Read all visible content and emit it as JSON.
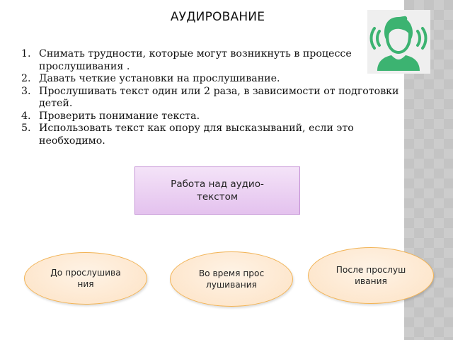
{
  "slide": {
    "title": "АУДИРОВАНИЕ",
    "icon": "person-listening-icon",
    "colors": {
      "icon_green": "#3cb371",
      "box_border": "#c592d6",
      "box_fill": "#ecd3f3",
      "ellipse_border": "#f2b354",
      "ellipse_fill": "#fde6cc",
      "sidebar": "#c6c6c6"
    },
    "list": [
      {
        "num": "1.",
        "text": "Снимать трудности, которые могут возникнуть в процессе прослушивания ."
      },
      {
        "num": "2.",
        "text": "Давать четкие установки на прослушивание."
      },
      {
        "num": "3.",
        "text": "Прослушивать текст один или 2 раза, в зависимости от подготовки детей."
      },
      {
        "num": "4.",
        "text": "Проверить понимание текста."
      },
      {
        "num": "5.",
        "text": "Использовать текст как опору для высказываний, если это необходимо."
      }
    ],
    "diagram": {
      "main": "Работа над аудио-текстом",
      "stages": [
        "До прослушивания",
        "Во время прослушивания",
        "После прослушивания"
      ]
    }
  }
}
